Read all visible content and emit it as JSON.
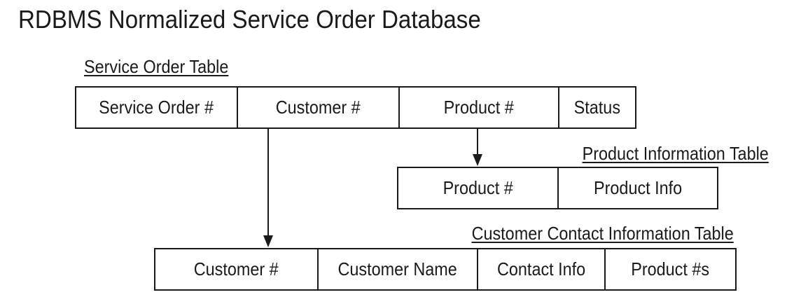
{
  "title": "RDBMS Normalized Service Order Database",
  "tables": {
    "service_order": {
      "label": "Service Order Table",
      "columns": [
        "Service Order #",
        "Customer #",
        "Product #",
        "Status"
      ]
    },
    "product_information": {
      "label": "Product Information Table",
      "columns": [
        "Product #",
        "Product Info"
      ]
    },
    "customer_contact": {
      "label": "Customer Contact Information Table",
      "columns": [
        "Customer #",
        "Customer Name",
        "Contact Info",
        "Product #s"
      ]
    }
  },
  "relationships": [
    {
      "from": "Service Order Table · Customer #",
      "to": "Customer Contact Information Table · Customer #"
    },
    {
      "from": "Service Order Table · Product #",
      "to": "Product Information Table · Product #"
    }
  ]
}
